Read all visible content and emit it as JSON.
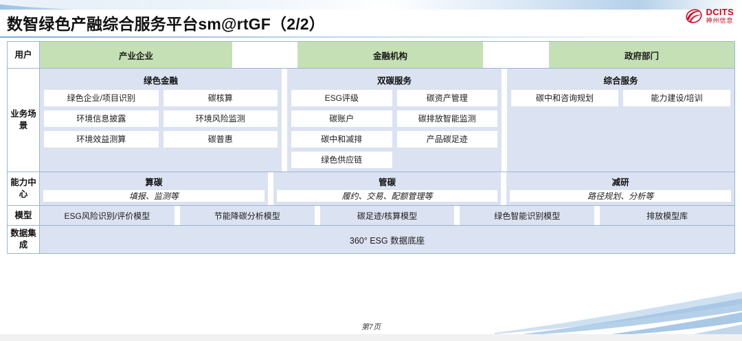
{
  "header": {
    "title": "数智绿色产融综合服务平台sm@rtGF（2/2）",
    "logo_en": "DCITS",
    "logo_cn": "神州信息"
  },
  "colors": {
    "user_box": "#c5e0b4",
    "panel": "#dbe2f1",
    "border": "#9ab4d4",
    "logo_red": "#d4001a"
  },
  "rows": {
    "user": {
      "label": "用户",
      "items": [
        "产业企业",
        "金融机构",
        "政府部门"
      ]
    },
    "scenario": {
      "label": "业务场景",
      "groups": [
        {
          "title": "绿色金融",
          "cells": [
            "绿色企业/项目识别",
            "碳核算",
            "环境信息披露",
            "环境风险监测",
            "环境效益测算",
            "碳普惠"
          ]
        },
        {
          "title": "双碳服务",
          "cells": [
            "ESG评级",
            "碳资产管理",
            "碳账户",
            "碳排放智能监测",
            "碳中和减排",
            "产品碳足迹",
            "绿色供应链"
          ]
        },
        {
          "title": "综合服务",
          "cells": [
            "碳中和咨询规划",
            "能力建设/培训"
          ]
        }
      ]
    },
    "capability": {
      "label": "能力中心",
      "groups": [
        {
          "title": "算碳",
          "subtitle": "填报、监测等"
        },
        {
          "title": "管碳",
          "subtitle": "履约、交易、配额管理等"
        },
        {
          "title": "减研",
          "subtitle": "路径规划、分析等"
        }
      ]
    },
    "model": {
      "label": "模型",
      "items": [
        "ESG风险识别/评价模型",
        "节能降碳分析模型",
        "碳足迹/核算模型",
        "绿色智能识别模型",
        "排放模型库"
      ]
    },
    "data": {
      "label": "数据集成",
      "title": "360° ESG 数据底座"
    }
  },
  "footer": {
    "page": "第7页"
  }
}
